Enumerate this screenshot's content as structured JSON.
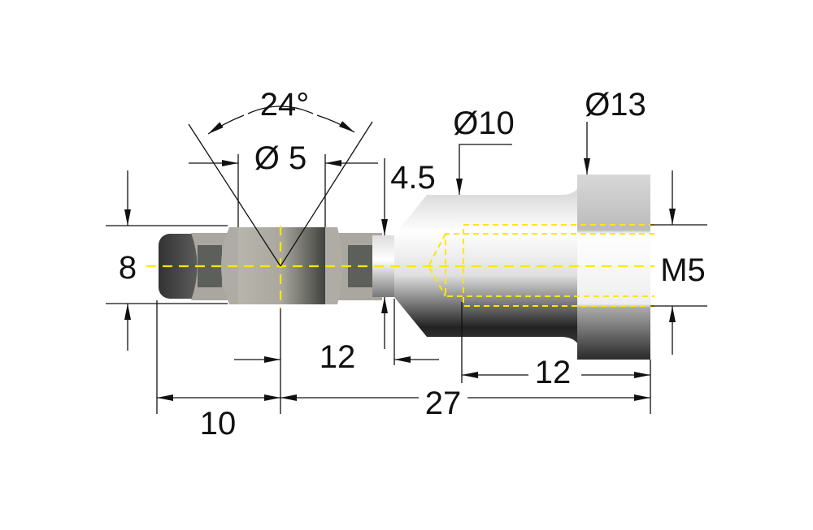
{
  "drawing": {
    "angle_label": "24°",
    "ball_bore_label": "Ø 5",
    "neck_label": "4.5",
    "shaft_diameter_label": "Ø10",
    "hex_diameter_label": "Ø13",
    "ball_width_label": "8",
    "thread_label": "M5",
    "neck_length_label": "12",
    "thread_depth_label": "12",
    "center_offset_label": "10",
    "overall_length_label": "27",
    "colors": {
      "centerline": "#ffe600",
      "lines": "#111111"
    }
  }
}
